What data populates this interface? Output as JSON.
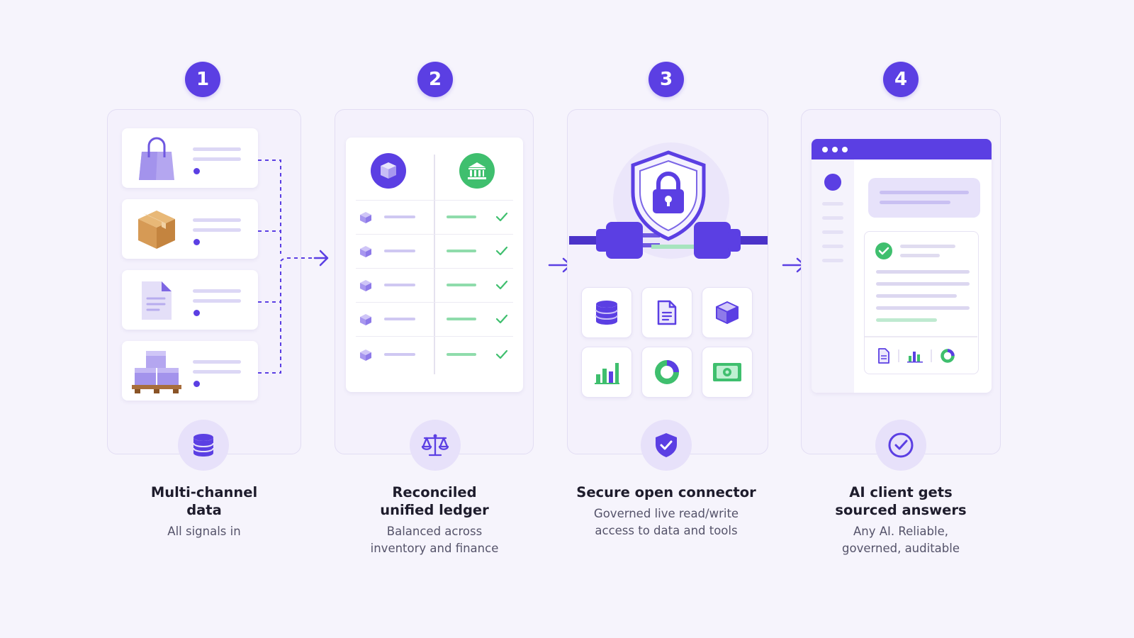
{
  "colors": {
    "accent": "#5b3fe3",
    "accent_light": "#b8acf0",
    "green": "#3fbf6e",
    "panel_bg": "#f4f1fc",
    "page_bg": "#f6f4fc"
  },
  "steps": [
    {
      "number": "1",
      "title_line1": "Multi-channel",
      "title_line2": "data",
      "subtitle_line1": "All signals in",
      "subtitle_line2": "",
      "icon": "database-icon"
    },
    {
      "number": "2",
      "title_line1": "Reconciled",
      "title_line2": "unified ledger",
      "subtitle_line1": "Balanced across",
      "subtitle_line2": "inventory and finance",
      "icon": "scale-icon"
    },
    {
      "number": "3",
      "title_line1": "Secure open connector",
      "title_line2": "",
      "subtitle_line1": "Governed live read/write",
      "subtitle_line2": "access to data and tools",
      "icon": "shield-check-icon"
    },
    {
      "number": "4",
      "title_line1": "AI client gets",
      "title_line2": "sourced answers",
      "subtitle_line1": "Any AI. Reliable,",
      "subtitle_line2": "governed, auditable",
      "icon": "check-circle-icon"
    }
  ],
  "panel1": {
    "sources": [
      "shopping-bag-icon",
      "package-box-icon",
      "document-icon",
      "pallet-boxes-icon"
    ]
  },
  "panel2": {
    "columns": [
      "box-icon",
      "bank-icon"
    ],
    "row_count_shown": 5,
    "row_status": "check-icon"
  },
  "panel3": {
    "hero": [
      "shield-lock-icon",
      "plug-connector-icon"
    ],
    "tools": [
      "database-icon",
      "document-icon",
      "box-icon",
      "bar-chart-icon",
      "donut-chart-icon",
      "money-icon"
    ]
  },
  "panel4": {
    "window_controls": [
      "dot",
      "dot",
      "dot"
    ],
    "answer_status": "check-icon",
    "attachments": [
      "document-icon",
      "bar-chart-icon",
      "donut-chart-icon"
    ]
  }
}
